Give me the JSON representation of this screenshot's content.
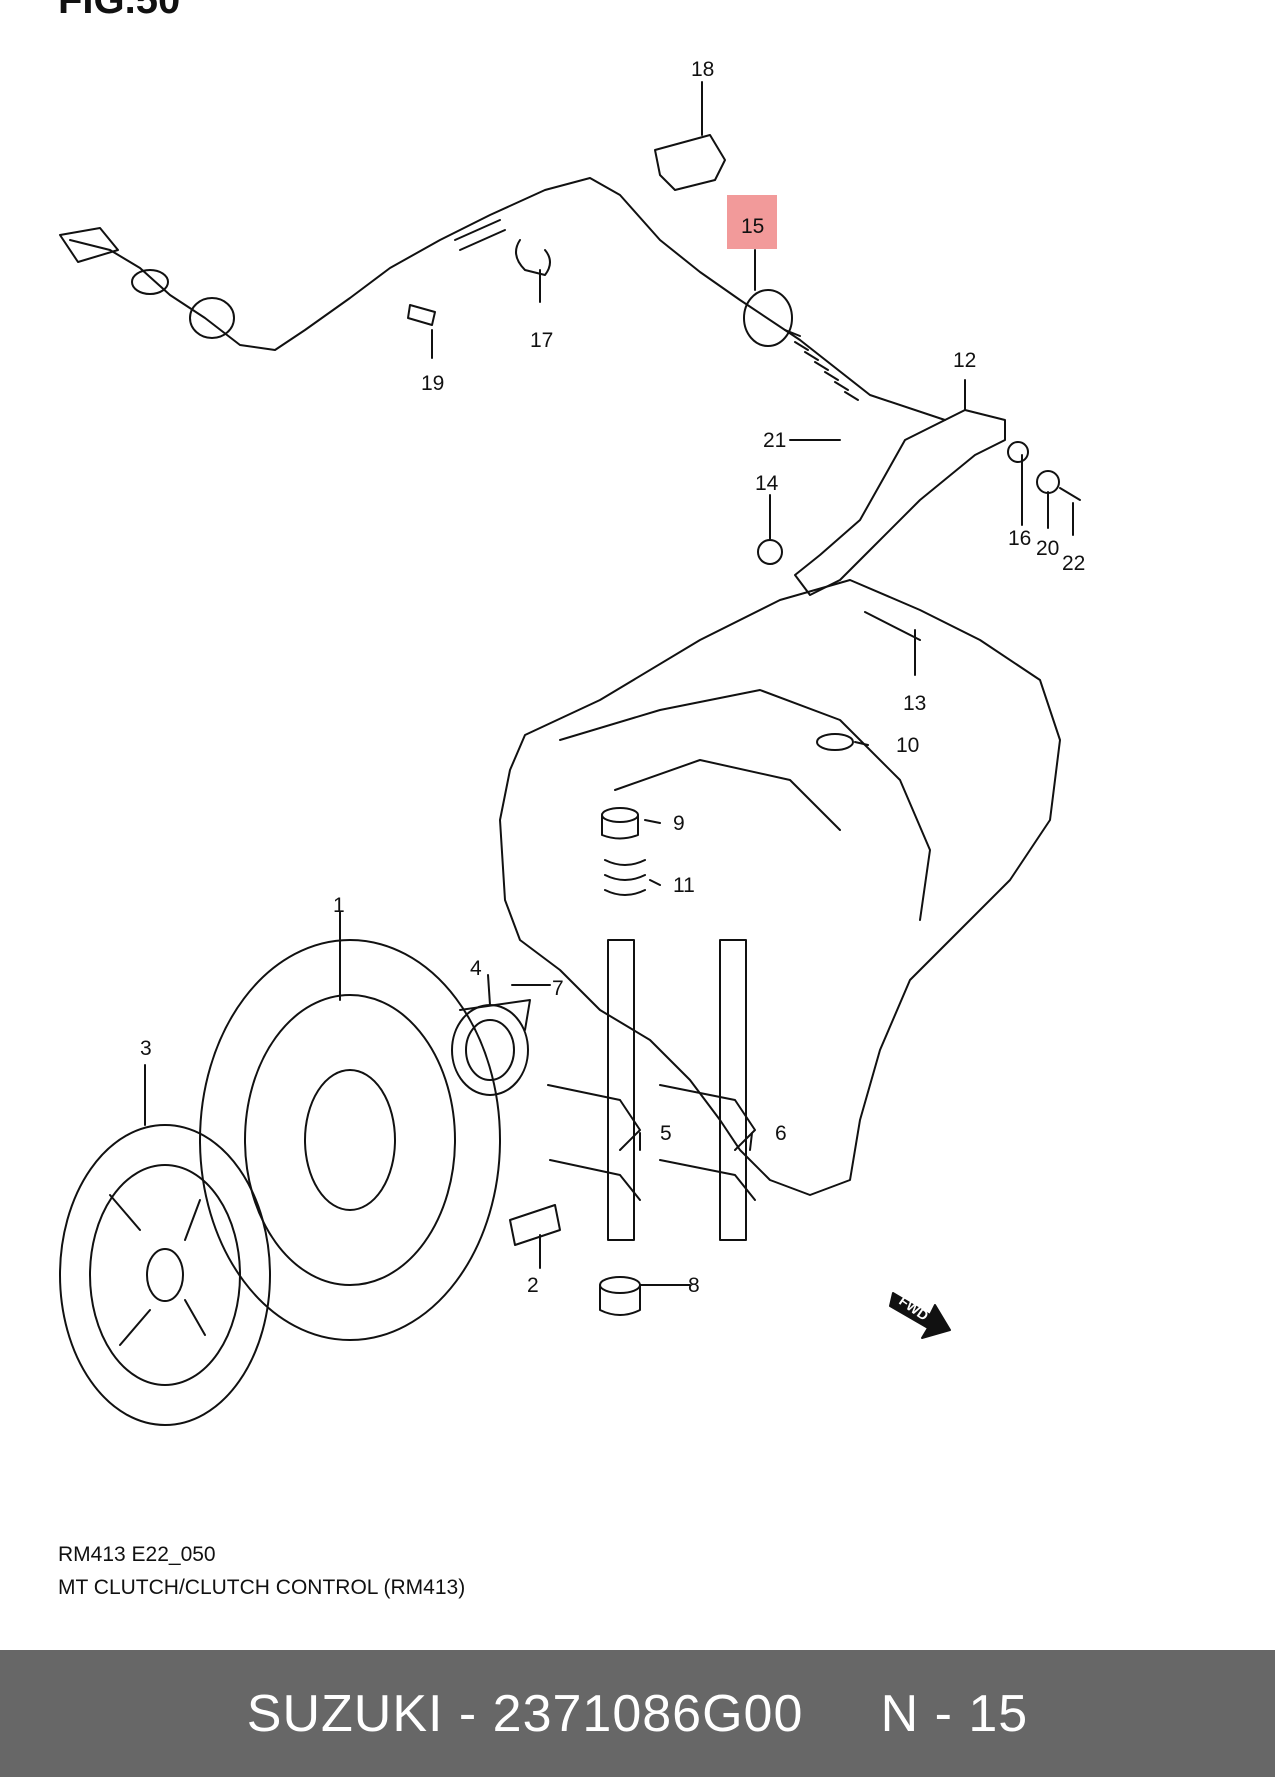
{
  "figure": {
    "heading": "FIG.50"
  },
  "highlighted_part": "15",
  "callouts": [
    "1",
    "2",
    "3",
    "4",
    "5",
    "6",
    "7",
    "8",
    "9",
    "10",
    "11",
    "12",
    "13",
    "14",
    "15",
    "16",
    "17",
    "18",
    "19",
    "20",
    "21",
    "22"
  ],
  "fwd_label": "FWD",
  "caption": {
    "code": "RM413 E22_050",
    "title": "MT CLUTCH/CLUTCH CONTROL (RM413)"
  },
  "footer": {
    "text": "SUZUKI - 2371086G00     N - 15"
  },
  "colors": {
    "highlight": "#f29a9a",
    "footer_bg": "#676767",
    "footer_text": "#ffffff"
  }
}
